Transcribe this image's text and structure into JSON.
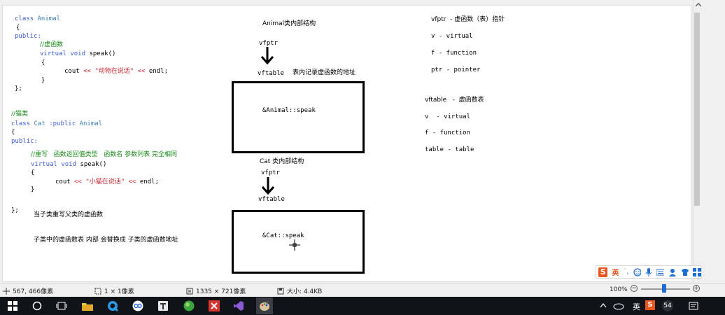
{
  "code": {
    "animal": {
      "line1_kw": "class",
      "line1_cls": "Animal",
      "open_brace": "{",
      "public": "public:",
      "comment": "//虚函数",
      "speak_kw": "virtual void",
      "speak_fn": "speak()",
      "inner_open": "{",
      "cout": "cout",
      "op1": "<<",
      "str": "\"动物在说话\"",
      "op2": "<<",
      "endl": "endl;",
      "inner_close": "}",
      "close": "};"
    },
    "cat": {
      "comment_header": "//猫类",
      "line1_kw": "class",
      "line1_cls": "Cat",
      "line1_mid": ":public",
      "line1_base": "Animal",
      "open_brace": "{",
      "public": "public:",
      "comment": "//重写   函数返回值类型   函数名 参数列表 完全相同",
      "speak_kw": "virtual void",
      "speak_fn": "speak()",
      "inner_open": "{",
      "cout": "cout",
      "op1": "<<",
      "str": "\"小猫在说话\"",
      "op2": "<<",
      "endl": "endl;",
      "inner_close": "}",
      "close": "};"
    }
  },
  "notes": {
    "override_note": "当子类重写父类的虚函数",
    "table_note": "子类中的虚函数表 内部 会替换成 子类的虚函数地址"
  },
  "diagram": {
    "animal_title": "Animal类内部结构",
    "animal_vfptr": "vfptr",
    "animal_vftable": "vftable",
    "animal_table_desc": "表内记录虚函数的地址",
    "animal_entry": "&Animal::speak",
    "cat_title": "Cat 类内部结构",
    "cat_vfptr": "vfptr",
    "cat_vftable": "vftable",
    "cat_entry": "&Cat::speak"
  },
  "glossary1": {
    "vfptr": "vfptr  - 虚函数（表）指针",
    "v": "v - virtual",
    "f": "f - function",
    "ptr": "ptr - pointer"
  },
  "glossary2": {
    "vftable": "vftable   -  虚函数表",
    "v": "v  - virtual",
    "f": "f - function",
    "table": "table - table"
  },
  "statusbar": {
    "cursor_pos": "567, 466像素",
    "selection": "1 × 1像素",
    "image_size": "1335 × 721像素",
    "file_size": "大小: 4.4KB",
    "zoom": "100%",
    "zoom_minus": "−",
    "zoom_plus": "+"
  },
  "ime": {
    "mode": "英",
    "punct": "˙,"
  },
  "taskbar": {
    "ime_lang": "英",
    "badge": "54"
  },
  "colors": {
    "keyword": "#3b5cd6",
    "comment": "#1a8a1a",
    "string": "#c8282f",
    "class_name": "#3b7fb3",
    "taskbar": "#101318"
  }
}
